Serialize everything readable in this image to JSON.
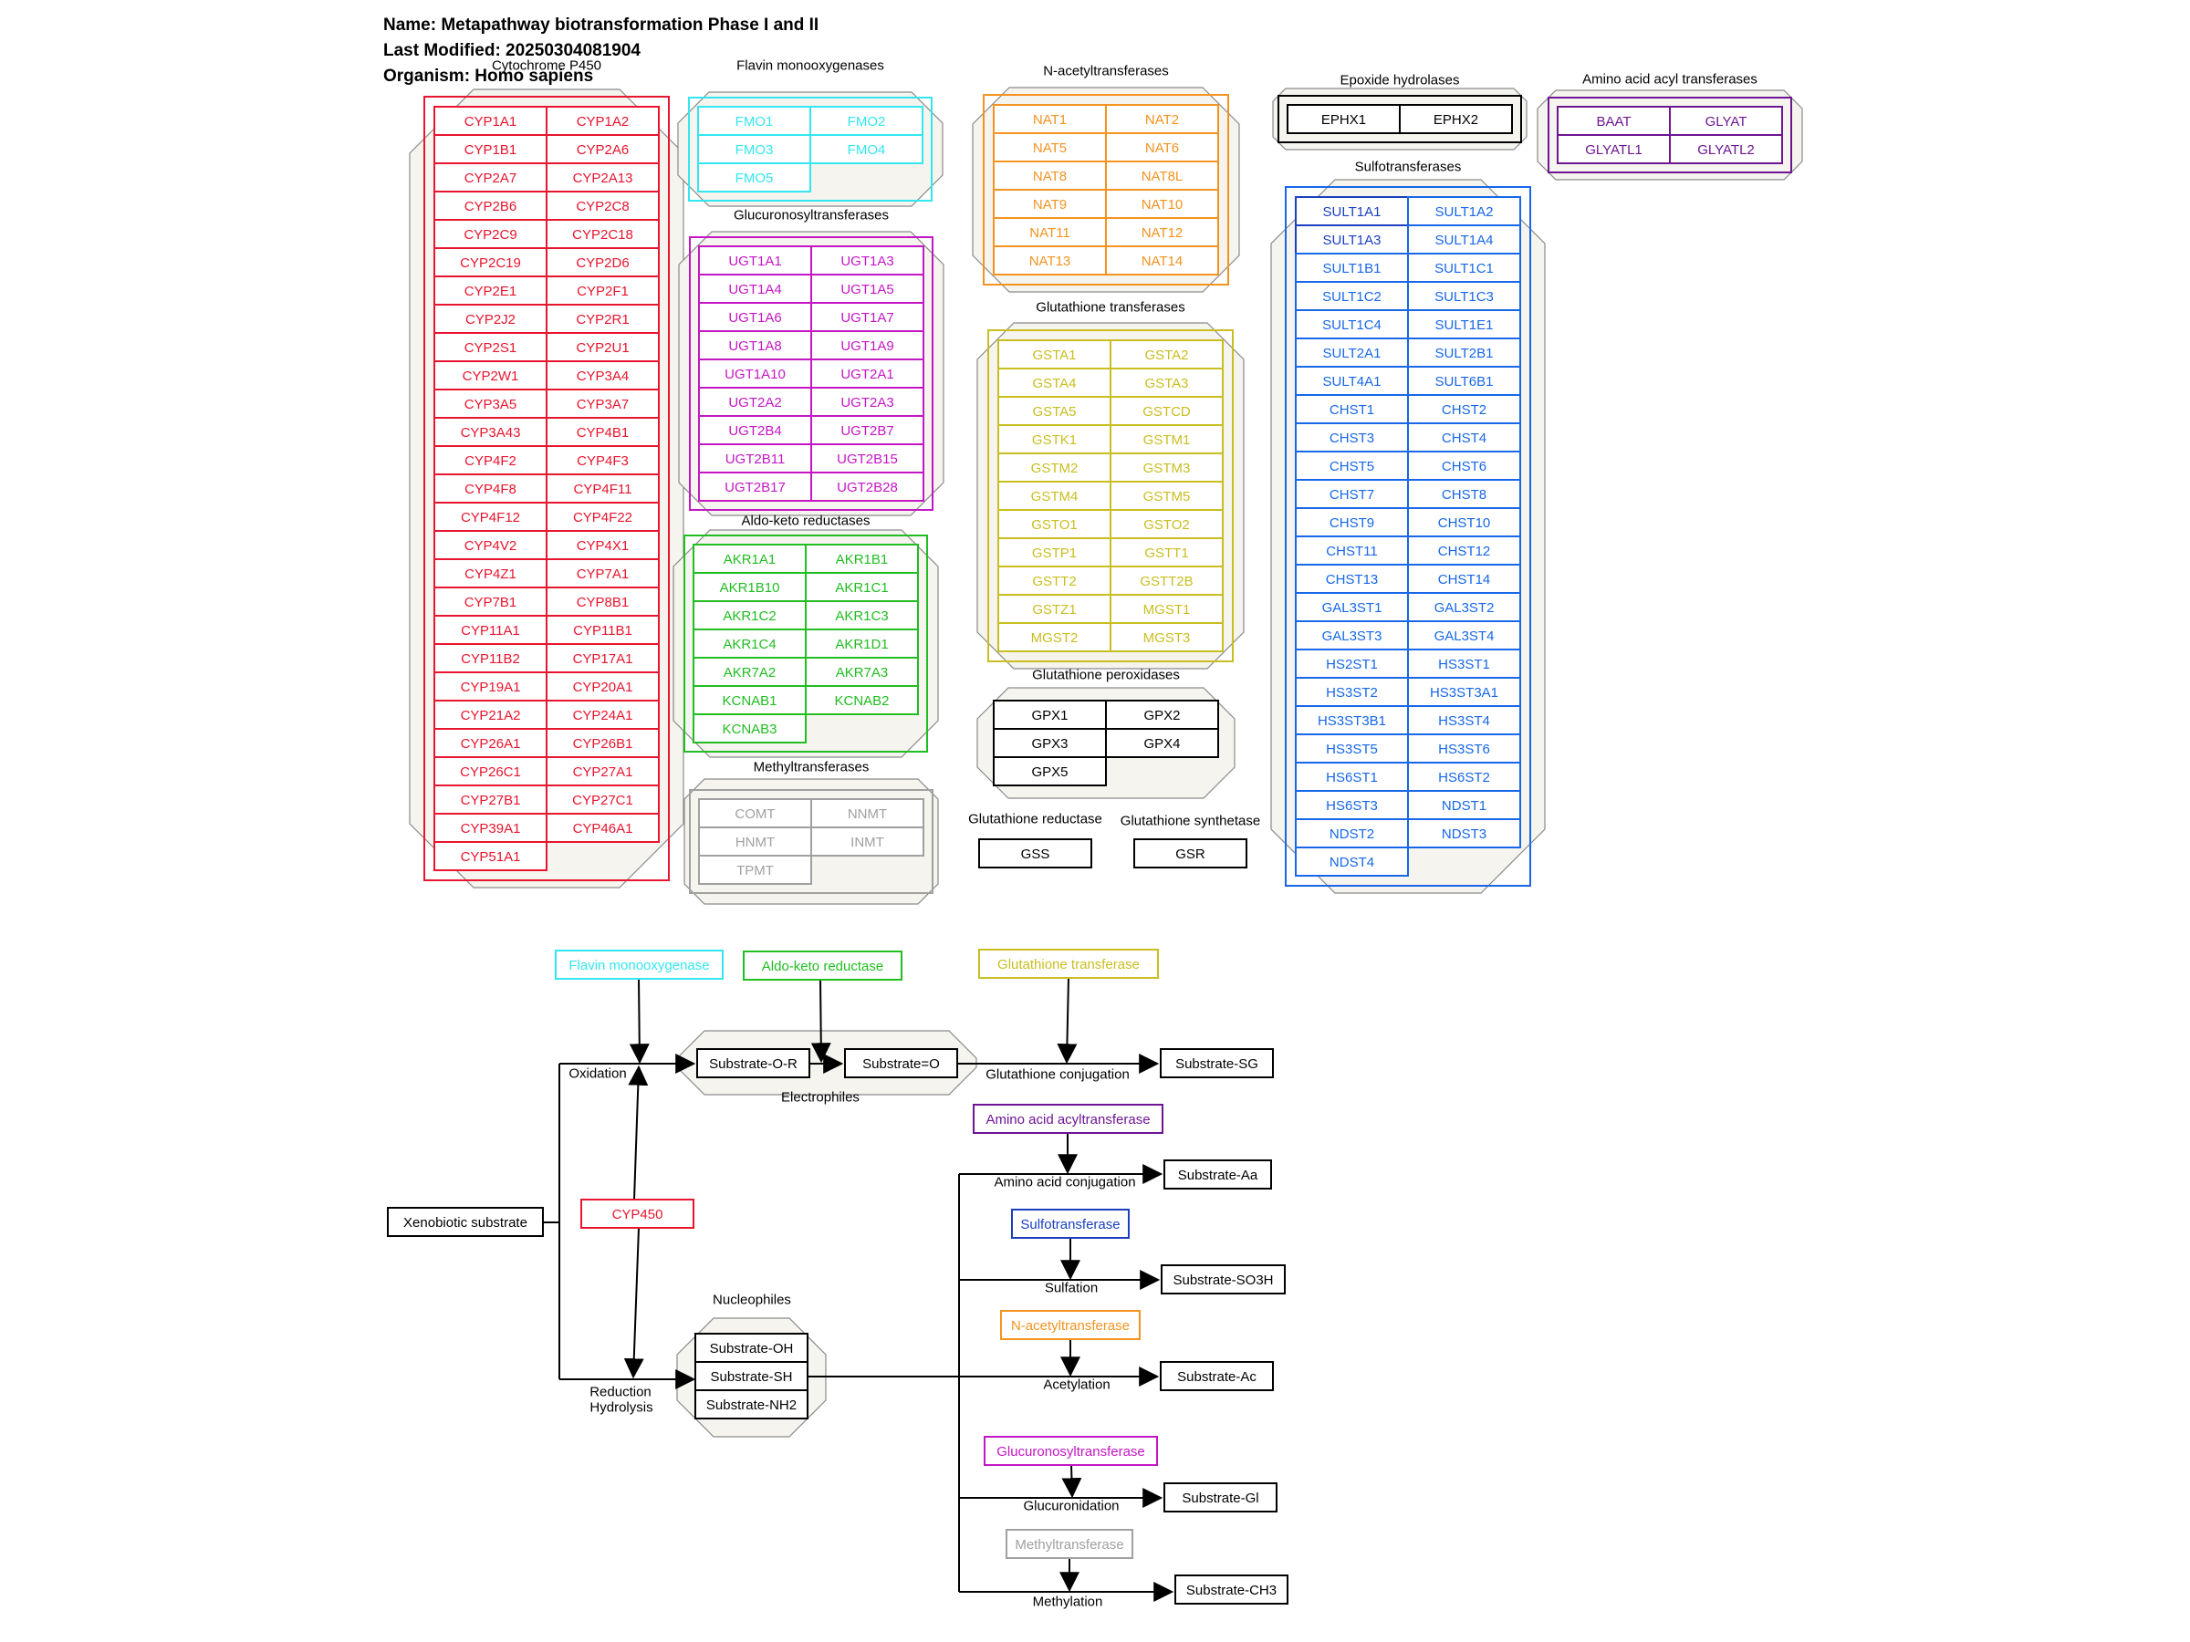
{
  "header": {
    "name": "Name: Metapathway biotransformation Phase I and II",
    "modified": "Last Modified: 20250304081904",
    "organism": "Organism: Homo sapiens"
  },
  "colors": {
    "cyp": "#e8152e",
    "fmo": "#33e6f0",
    "ugt": "#c417c4",
    "akr": "#21bd21",
    "mt": "#a0a0a0",
    "nat": "#f39320",
    "gst": "#c9be20",
    "gpx": "#000000",
    "ephx": "#000000",
    "sult": "#1767e8",
    "sultDark": "#1a3fbf",
    "aa": "#6e1593",
    "hull": "#f5f4ee",
    "hullStroke": "#8a8a8a"
  },
  "groups": [
    {
      "id": "cyp",
      "title": "Cytochrome P450",
      "color": "#e8152e",
      "genes": [
        "CYP1A1",
        "CYP1A2",
        "CYP1B1",
        "CYP2A6",
        "CYP2A7",
        "CYP2A13",
        "CYP2B6",
        "CYP2C8",
        "CYP2C9",
        "CYP2C18",
        "CYP2C19",
        "CYP2D6",
        "CYP2E1",
        "CYP2F1",
        "CYP2J2",
        "CYP2R1",
        "CYP2S1",
        "CYP2U1",
        "CYP2W1",
        "CYP3A4",
        "CYP3A5",
        "CYP3A7",
        "CYP3A43",
        "CYP4B1",
        "CYP4F2",
        "CYP4F3",
        "CYP4F8",
        "CYP4F11",
        "CYP4F12",
        "CYP4F22",
        "CYP4V2",
        "CYP4X1",
        "CYP4Z1",
        "CYP7A1",
        "CYP7B1",
        "CYP8B1",
        "CYP11A1",
        "CYP11B1",
        "CYP11B2",
        "CYP17A1",
        "CYP19A1",
        "CYP20A1",
        "CYP21A2",
        "CYP24A1",
        "CYP26A1",
        "CYP26B1",
        "CYP26C1",
        "CYP27A1",
        "CYP27B1",
        "CYP27C1",
        "CYP39A1",
        "CYP46A1",
        "CYP51A1"
      ]
    },
    {
      "id": "fmo",
      "title": "Flavin monooxygenases",
      "color": "#33e6f0",
      "genes": [
        "FMO1",
        "FMO2",
        "FMO3",
        "FMO4",
        "FMO5"
      ]
    },
    {
      "id": "ugt",
      "title": "Glucuronosyltransferases",
      "color": "#c417c4",
      "genes": [
        "UGT1A1",
        "UGT1A3",
        "UGT1A4",
        "UGT1A5",
        "UGT1A6",
        "UGT1A7",
        "UGT1A8",
        "UGT1A9",
        "UGT1A10",
        "UGT2A1",
        "UGT2A2",
        "UGT2A3",
        "UGT2B4",
        "UGT2B7",
        "UGT2B11",
        "UGT2B15",
        "UGT2B17",
        "UGT2B28"
      ]
    },
    {
      "id": "akr",
      "title": "Aldo-keto reductases",
      "color": "#21bd21",
      "genes": [
        "AKR1A1",
        "AKR1B1",
        "AKR1B10",
        "AKR1C1",
        "AKR1C2",
        "AKR1C3",
        "AKR1C4",
        "AKR1D1",
        "AKR7A2",
        "AKR7A3",
        "KCNAB1",
        "KCNAB2",
        "KCNAB3"
      ]
    },
    {
      "id": "mt",
      "title": "Methyltransferases",
      "color": "#a0a0a0",
      "genes": [
        "COMT",
        "NNMT",
        "HNMT",
        "INMT",
        "TPMT"
      ]
    },
    {
      "id": "nat",
      "title": "N-acetyltransferases",
      "color": "#f39320",
      "genes": [
        "NAT1",
        "NAT2",
        "NAT5",
        "NAT6",
        "NAT8",
        "NAT8L",
        "NAT9",
        "NAT10",
        "NAT11",
        "NAT12",
        "NAT13",
        "NAT14"
      ]
    },
    {
      "id": "gst",
      "title": "Glutathione transferases",
      "color": "#c9be20",
      "genes": [
        "GSTA1",
        "GSTA2",
        "GSTA4",
        "GSTA3",
        "GSTA5",
        "GSTCD",
        "GSTK1",
        "GSTM1",
        "GSTM2",
        "GSTM3",
        "GSTM4",
        "GSTM5",
        "GSTO1",
        "GSTO2",
        "GSTP1",
        "GSTT1",
        "GSTT2",
        "GSTT2B",
        "GSTZ1",
        "MGST1",
        "MGST2",
        "MGST3"
      ]
    },
    {
      "id": "gpx",
      "title": "Glutathione peroxidases",
      "color": "#000000",
      "genes": [
        "GPX1",
        "GPX2",
        "GPX3",
        "GPX4",
        "GPX5"
      ]
    },
    {
      "id": "ephx",
      "title": "Epoxide hydrolases",
      "color": "#000000",
      "genes": [
        "EPHX1",
        "EPHX2"
      ]
    },
    {
      "id": "sult",
      "title": "Sulfotransferases",
      "color": "#1767e8",
      "genes": [
        "SULT1A1",
        "SULT1A2",
        "SULT1A3",
        "SULT1A4",
        "SULT1B1",
        "SULT1C1",
        "SULT1C2",
        "SULT1C3",
        "SULT1C4",
        "SULT1E1",
        "SULT2A1",
        "SULT2B1",
        "SULT4A1",
        "SULT6B1",
        "CHST1",
        "CHST2",
        "CHST3",
        "CHST4",
        "CHST5",
        "CHST6",
        "CHST7",
        "CHST8",
        "CHST9",
        "CHST10",
        "CHST11",
        "CHST12",
        "CHST13",
        "CHST14",
        "GAL3ST1",
        "GAL3ST2",
        "GAL3ST3",
        "GAL3ST4",
        "HS2ST1",
        "HS3ST1",
        "HS3ST2",
        "HS3ST3A1",
        "HS3ST3B1",
        "HS3ST4",
        "HS3ST5",
        "HS3ST6",
        "HS6ST1",
        "HS6ST2",
        "HS6ST3",
        "NDST1",
        "NDST2",
        "NDST3",
        "NDST4"
      ]
    },
    {
      "id": "aa",
      "title": "Amino acid acyl transferases",
      "color": "#6e1593",
      "genes": [
        "BAAT",
        "GLYAT",
        "GLYATL1",
        "GLYATL2"
      ]
    },
    {
      "id": "gsr",
      "title": "Glutathione reductase",
      "color": "#000000",
      "genes": [
        "GSS"
      ]
    },
    {
      "id": "gss",
      "title": "Glutathione synthetase",
      "color": "#000000",
      "genes": [
        "GSR"
      ]
    }
  ],
  "pathway": {
    "xeno": "Xenobiotic substrate",
    "cyp450": "CYP450",
    "fmo": "Flavin monooxygenase",
    "akr": "Aldo-keto reductase",
    "gst": "Glutathione transferase",
    "aat": "Amino acid acyltransferase",
    "sult": "Sulfotransferase",
    "nat": "N-acetyltransferase",
    "ugt": "Glucuronosyltransferase",
    "mt": "Methyltransferase",
    "subOR": "Substrate-O-R",
    "subO": "Substrate=O",
    "subSG": "Substrate-SG",
    "subAa": "Substrate-Aa",
    "subSO3H": "Substrate-SO3H",
    "subAc": "Substrate-Ac",
    "subGl": "Substrate-Gl",
    "subCH3": "Substrate-CH3",
    "subOH": "Substrate-OH",
    "subSH": "Substrate-SH",
    "subNH2": "Substrate-NH2",
    "oxidation": "Oxidation",
    "reduction": "Reduction",
    "hydrolysis": "Hydrolysis",
    "electrophiles": "Electrophiles",
    "nucleophiles": "Nucleophiles",
    "gluConj": "Glutathione conjugation",
    "aaConj": "Amino acid conjugation",
    "sulfation": "Sulfation",
    "acetylation": "Acetylation",
    "glucuronidation": "Glucuronidation",
    "methylation": "Methylation"
  }
}
